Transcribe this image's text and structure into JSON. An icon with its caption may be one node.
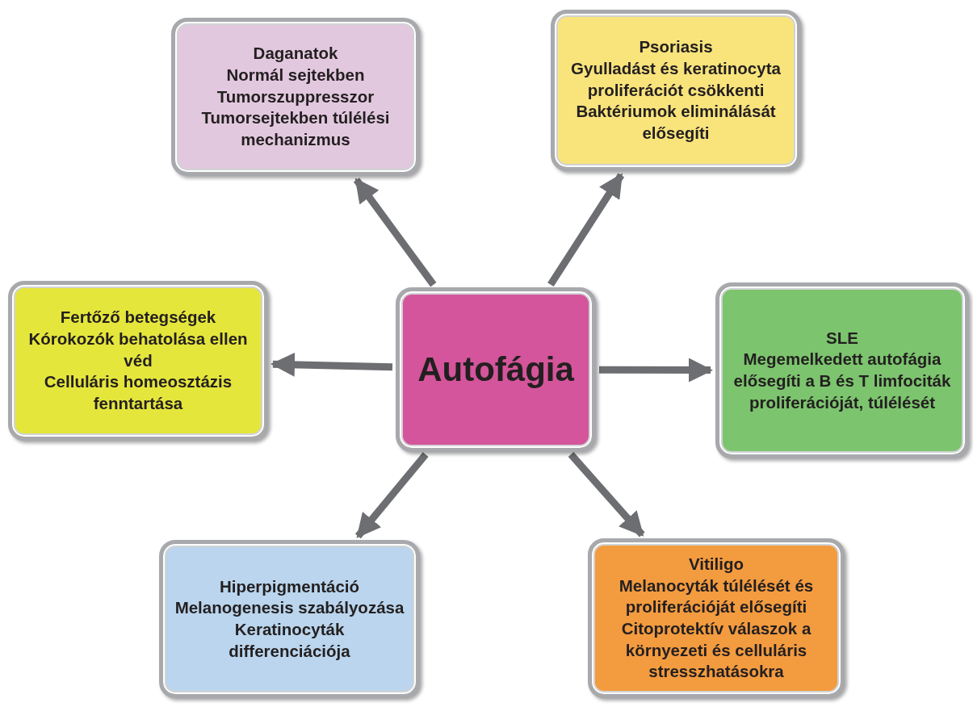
{
  "diagram": {
    "nodes": [
      {
        "text": [
          "Daganatok",
          "Normál sejtekben Tumorszuppresszor",
          "Tumorsejtekben túlélési mechanizmus"
        ]
      },
      {
        "text": [
          "Psoriasis",
          "Gyulladást és keratinocyta proliferációt csökkenti",
          "Baktériumok eliminálását elősegíti"
        ]
      },
      {
        "text": [
          "Fertőző betegségek",
          "Kórokozók behatolása ellen véd",
          "Celluláris homeosztázis fenntartása"
        ]
      },
      {
        "text": [
          "Autofágia"
        ]
      },
      {
        "text": [
          "SLE",
          "Megemelkedett autofágia elősegíti a B és T limfociták proliferációját, túlélését"
        ]
      },
      {
        "text": [
          "Hiperpigmentáció",
          "Melanogenesis szabályozása",
          "Keratinocyták differenciációja"
        ]
      },
      {
        "text": [
          "Vitiligo",
          "Melanocyták túlélését és proliferációját elősegíti",
          "Citoprotektív válaszok a környezeti és celluláris stresszhatásokra"
        ]
      }
    ],
    "edges": [
      {
        "from": 3,
        "to": 0,
        "arrow": "to"
      },
      {
        "from": 3,
        "to": 1,
        "arrow": "to"
      },
      {
        "from": 3,
        "to": 2,
        "arrow": "to"
      },
      {
        "from": 3,
        "to": 4,
        "arrow": "to"
      },
      {
        "from": 3,
        "to": 5,
        "arrow": "to"
      },
      {
        "from": 3,
        "to": 6,
        "arrow": "to"
      }
    ]
  }
}
